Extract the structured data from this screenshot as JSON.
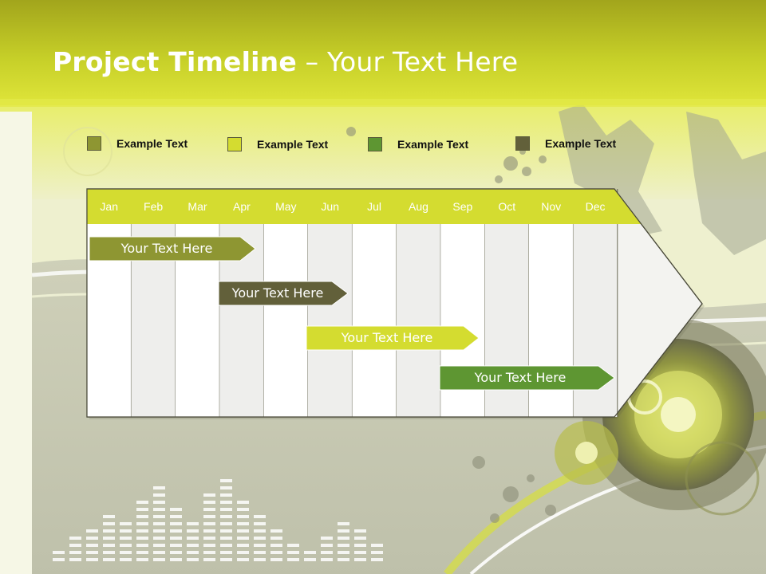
{
  "slide": {
    "title_bold": "Project Timeline",
    "title_rest": " – Your Text Here"
  },
  "legend": [
    {
      "label": "Example Text",
      "color": "#8e9632"
    },
    {
      "label": "Example Text",
      "color": "#d4dc30"
    },
    {
      "label": "Example Text",
      "color": "#5e9632"
    },
    {
      "label": "Example Text",
      "color": "#62603a"
    }
  ],
  "months": [
    "Jan",
    "Feb",
    "Mar",
    "Apr",
    "May",
    "Jun",
    "Jul",
    "Aug",
    "Sep",
    "Oct",
    "Nov",
    "Dec"
  ],
  "tasks": [
    {
      "label": "Your  Text Here",
      "color": "#8e9632"
    },
    {
      "label": "Your  Text Here",
      "color": "#62603a"
    },
    {
      "label": "Your  Text Here",
      "color": "#d4dc30"
    },
    {
      "label": "Your  Text Here",
      "color": "#5e9632"
    }
  ],
  "colors": {
    "header_green": "#d4dc30",
    "banner_top": "#a3a81d",
    "banner_bottom": "#d8df30"
  }
}
